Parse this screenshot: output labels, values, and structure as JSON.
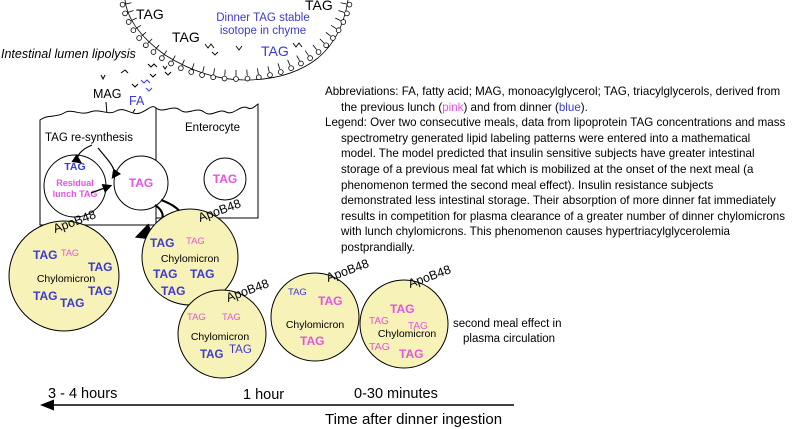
{
  "colors": {
    "blue": "#3a3ad6",
    "pink": "#e454e4",
    "chylo_fill": "#f7f2b8",
    "outline": "#000000"
  },
  "top": {
    "tag_labels": [
      "TAG",
      "TAG",
      "TAG",
      "TAG"
    ],
    "isotope_label": [
      "Dinner TAG stable",
      "isotope in chyme"
    ],
    "lumen_label": "Intestinal lumen lipolysis"
  },
  "lipolysis": {
    "mag": "MAG",
    "fa": "FA"
  },
  "enterocyte": {
    "resynthesis": "TAG re-synthesis",
    "cell_label": "Enterocyte",
    "residual_tag": "TAG",
    "residual_label": [
      "Residual",
      "lunch TAG"
    ],
    "droplet_tag": "TAG",
    "cell2_tag": "TAG"
  },
  "chylomicrons": {
    "apo": "ApoB48",
    "label": "Chylomicron",
    "tag": "TAG"
  },
  "second_meal": [
    "second meal effect in",
    "plasma circulation"
  ],
  "timeline": {
    "t1": "3 - 4 hours",
    "t2": "1 hour",
    "t3": "0-30 minutes",
    "axis_label": "Time after dinner ingestion"
  },
  "legend": {
    "abbr_prefix": "Abbreviations:  FA, fatty acid;  MAG, monoacylglycerol;  TAG, triacylglycerols, derived from the previous lunch (",
    "abbr_pink": "pink",
    "abbr_mid": ") and from dinner (",
    "abbr_blue": "blue",
    "abbr_end": ").",
    "text": "Legend:  Over two consecutive meals, data from lipoprotein TAG concentrations and mass spectrometry generated lipid labeling patterns were entered into a mathematical model.  The model predicted that insulin sensitive subjects have greater intestinal storage of a previous meal fat which is mobilized at the onset of the next meal (a phenomenon termed the second meal effect).  Insulin resistance subjects demonstrated less intestinal storage.  Their absorption of more dinner fat immediately results in competition for plasma clearance of a greater number of dinner chylomicrons with lunch chylomicrons.  This phenomenon causes hypertriacylglycerolemia postprandially."
  }
}
